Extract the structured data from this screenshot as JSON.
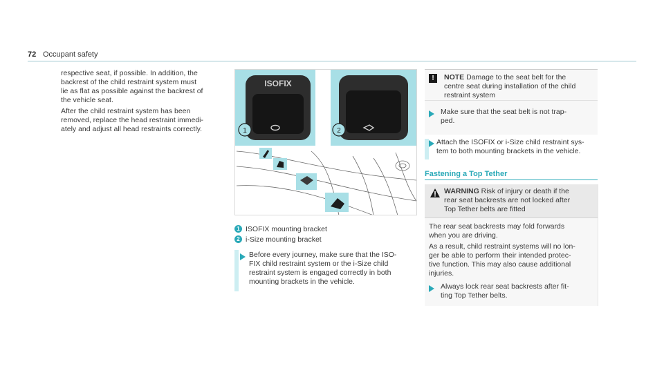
{
  "header": {
    "page_number": "72",
    "chapter": "Occupant safety"
  },
  "left_column": {
    "paragraph_1": [
      "respective seat, if possible. In addition, the",
      "backrest of the child restraint system must",
      "lie as flat as possible against the backrest of",
      "the vehicle seat."
    ],
    "paragraph_2": [
      "After the child restraint system has been",
      "removed, replace the head restraint immedi-",
      "ately and adjust all head restraints correctly."
    ]
  },
  "figure": {
    "isofix_label": "ISOFIX",
    "callout_1": "1",
    "callout_2": "2"
  },
  "legend": [
    {
      "num": "1",
      "text": "ISOFIX mounting bracket"
    },
    {
      "num": "2",
      "text": "i-Size mounting bracket"
    }
  ],
  "middle_action": {
    "lines": [
      "Before every journey, make sure that the ISO-",
      "FIX child restraint system or the i-Size child",
      "restraint system is engaged correctly in both",
      "mounting brackets in the vehicle."
    ]
  },
  "note": {
    "icon": "!",
    "label": "NOTE",
    "lines": [
      "Damage to the seat belt for the",
      "centre seat during installation of the child",
      "restraint system"
    ],
    "action_lines": [
      "Make sure that the seat belt is not trap-",
      "ped."
    ]
  },
  "right_action": {
    "lines": [
      "Attach the ISOFIX or i-Size child restraint sys-",
      "tem to both mounting brackets in the vehicle."
    ]
  },
  "section": {
    "title": "Fastening a Top Tether"
  },
  "warning": {
    "label": "WARNING",
    "head_lines": [
      "Risk of injury or death if the",
      "rear seat backrests are not locked after",
      "Top Tether belts are fitted"
    ],
    "body_1": [
      "The rear seat backrests may fold forwards",
      "when you are driving."
    ],
    "body_2": [
      "As a result, child restraint systems will no lon-",
      "ger be able to perform their intended protec-",
      "tive function. This may also cause additional",
      "injuries."
    ],
    "action_lines": [
      "Always lock rear seat backrests after fit-",
      "ting Top Tether belts."
    ]
  },
  "colors": {
    "accent": "#2aa9b8",
    "action_bg": "#e8f6f8",
    "callout_panel": "#a8dfe6"
  },
  "icons": [
    "warning-icon",
    "note-icon",
    "action-arrow-icon"
  ]
}
